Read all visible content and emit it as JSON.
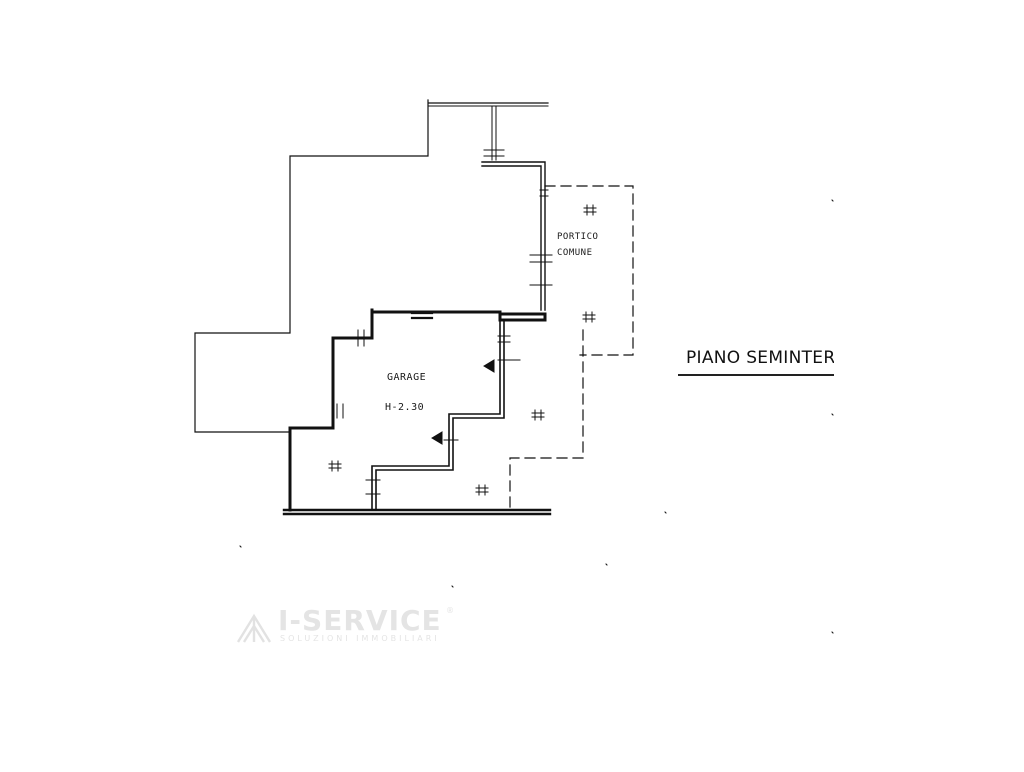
{
  "drawing": {
    "floor_title": "PIANO SEMINTERRA",
    "rooms": {
      "garage_name": "GARAGE",
      "garage_height": "H-2.30",
      "portico_line1": "PORTICO",
      "portico_line2": "COMUNE"
    }
  },
  "watermark": {
    "brand": "I-SERVICE",
    "tagline": "SOLUZIONI IMMOBILIARI",
    "reg": "®"
  },
  "colors": {
    "ink": "#111111",
    "paper": "#ffffff",
    "watermark": "#e2e2e2"
  }
}
